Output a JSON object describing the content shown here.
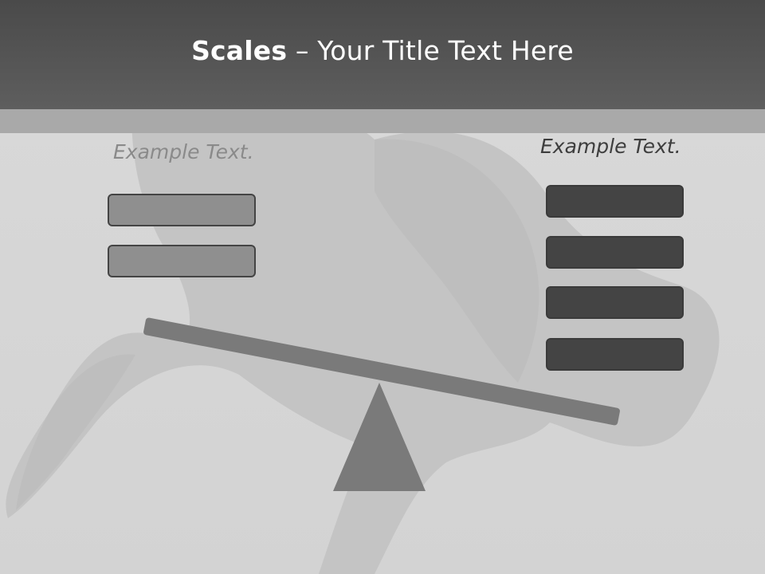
{
  "title": {
    "bold": "Scales",
    "rest": " – Your Title Text Here"
  },
  "left_side": {
    "label": "Example Text.",
    "box_count": 2,
    "box_color": "#8f8f8f"
  },
  "right_side": {
    "label": "Example Text.",
    "box_count": 4,
    "box_color": "#444444"
  },
  "colors": {
    "title_bar": "#4f4f4f",
    "sub_bar": "#a9a9a9",
    "background": "#d6d6d6",
    "beam": "#7a7a7a",
    "fulcrum": "#7a7a7a"
  }
}
